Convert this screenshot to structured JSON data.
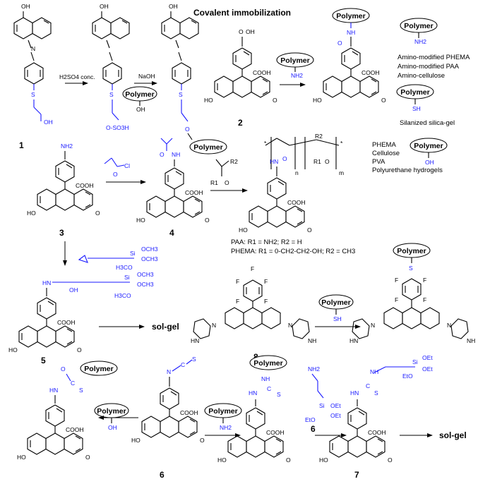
{
  "title": "Covalent immobilization",
  "polymer_label": "Polymer",
  "compound_numbers": {
    "c1": "1",
    "c2": "2",
    "c3": "3",
    "c4": "4",
    "c5": "5",
    "c6a": "6",
    "c6b": "6",
    "c6c": "6",
    "c7": "7",
    "c8": "8"
  },
  "reagents": {
    "h2so4": "H2SO4 conc.",
    "naoh": "NaOH",
    "sol_gel_1": "sol-gel",
    "sol_gel_2": "sol-gel"
  },
  "amine_polymers": [
    "Amino-modified PHEMA",
    "Amino-modified PAA",
    "Amino-cellulose"
  ],
  "thiol_polymers": [
    "Silanized silica-gel"
  ],
  "hydroxyl_polymers": [
    "PHEMA",
    "Cellulose",
    "PVA",
    "Polyurethane hydrogels"
  ],
  "copolymer_legend": {
    "paa": "PAA: R1 = NH2; R2 = H",
    "phema": "PHEMA: R1 = 0-CH2-CH2-OH; R2 = CH3"
  },
  "groups": {
    "oh": "OH",
    "o": "O",
    "ho": "HO",
    "cooh": "COOH",
    "nh2": "NH2",
    "nh": "NH",
    "n": "N",
    "s": "S",
    "sh": "SH",
    "f": "F",
    "cl": "Cl",
    "si": "Si",
    "och3": "OCH3",
    "h3co": "H3CO",
    "oso3h": "O-SO3H",
    "oet": "OEt",
    "eto": "EtO",
    "hn": "HN",
    "r1": "R1",
    "r2": "R2",
    "m": "m",
    "n_sub": "n",
    "so2": "S"
  },
  "colors": {
    "structure": "#000000",
    "modification": "#1a1aff"
  }
}
